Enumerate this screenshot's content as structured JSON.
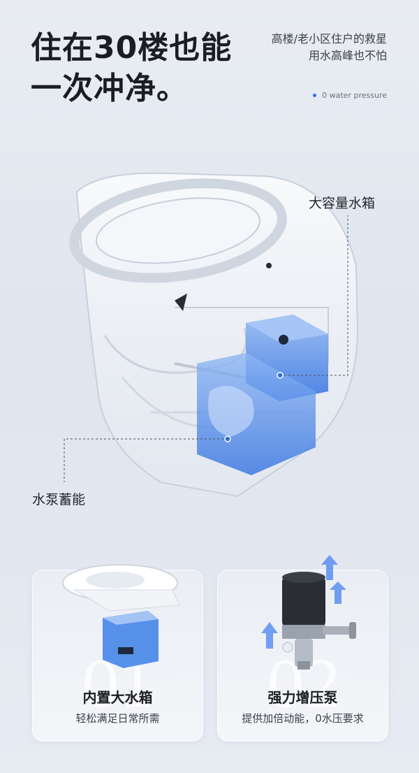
{
  "headline": {
    "line1": "住在30楼也能",
    "line2": "一次冲净。"
  },
  "subtitle": {
    "line1": "高楼/老小区住户的救星",
    "line2": "用水高峰也不怕"
  },
  "water_pressure_tag": "0 water pressure",
  "callouts": {
    "tank": "大容量水箱",
    "pump": "水泵蓄能"
  },
  "cards": [
    {
      "number": "01",
      "title": "内置大水箱",
      "desc": "轻松满足日常所需"
    },
    {
      "number": "02",
      "title": "强力增压泵",
      "desc": "提供加倍动能，0水压要求"
    }
  ],
  "colors": {
    "accent": "#2e6cf0",
    "tank_blue": "#3c7fe6"
  },
  "icons": [
    "toilet-illustration",
    "water-tank-illustration",
    "pump-illustration",
    "arrow-up-icon"
  ]
}
